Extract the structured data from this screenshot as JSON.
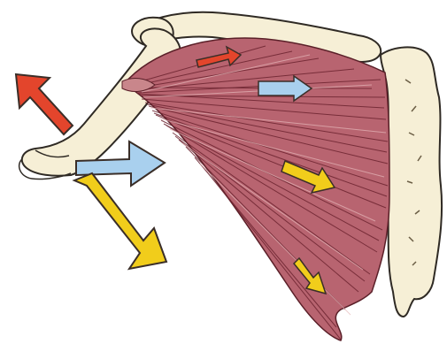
{
  "illustration": {
    "subject": "pectoralis-major-muscle-actions",
    "colors": {
      "background": "#ffffff",
      "bone_fill": "#f6efd6",
      "bone_outline": "#2f2a24",
      "muscle_dark": "#8e3a45",
      "muscle_light": "#c9868b",
      "arrow_red": "#e3452c",
      "arrow_blue": "#a9d0ee",
      "arrow_yellow": "#f1cd1b",
      "arrow_outline": "#3a2e28"
    },
    "arrows": [
      {
        "name": "red",
        "color": "arrow_red"
      },
      {
        "name": "blue",
        "color": "arrow_blue"
      },
      {
        "name": "yellow",
        "color": "arrow_yellow"
      }
    ]
  }
}
